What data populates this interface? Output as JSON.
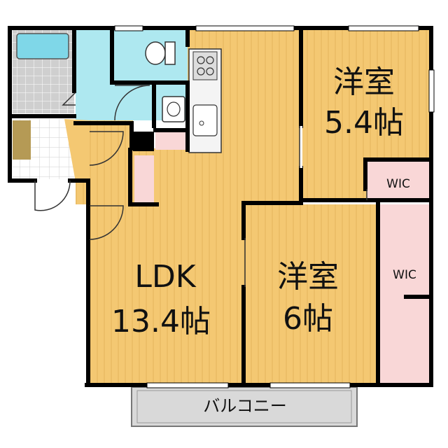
{
  "rooms": {
    "western_1": {
      "name": "洋室",
      "size": "5.4帖"
    },
    "western_2": {
      "name": "洋室",
      "size": "6帖"
    },
    "ldk": {
      "name": "LDK",
      "size": "13.4帖"
    },
    "wic_1": {
      "label": "WIC"
    },
    "wic_2": {
      "label": "WIC"
    },
    "balcony": {
      "label": "バルコニー"
    }
  },
  "colors": {
    "floor": "#f4c872",
    "floor_stripe": "#e0ad52",
    "wic": "#f9d7d7",
    "wet_area": "#aee8f0",
    "bath_floor": "#cfcfcf",
    "bathtub": "#7fd7e8",
    "kitchen_counter": "#f0f0f0",
    "entry_tile": "#ffffff",
    "shoe_box": "#b59a55",
    "balcony": "#d9d9d9",
    "wall": "#000000"
  }
}
